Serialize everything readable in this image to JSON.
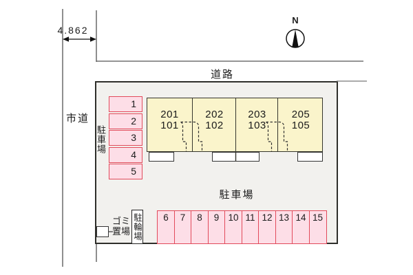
{
  "labels": {
    "road_top": "道路",
    "road_left": "市道",
    "parking_side": "駐車場",
    "parking_main": "駐車場",
    "garbage": "ゴミ\n置場",
    "bicycle": "駐輪場",
    "north": "N",
    "dimension": "4.862"
  },
  "building": {
    "units": [
      {
        "upper": "201",
        "lower": "101"
      },
      {
        "upper": "202",
        "lower": "102"
      },
      {
        "upper": "203",
        "lower": "103"
      },
      {
        "upper": "205",
        "lower": "105"
      }
    ]
  },
  "parking": {
    "side_spaces": [
      "1",
      "2",
      "3",
      "4",
      "5"
    ],
    "main_spaces": [
      "6",
      "7",
      "8",
      "9",
      "10",
      "11",
      "12",
      "13",
      "14",
      "15"
    ]
  },
  "colors": {
    "site_fill": "#F2F1EE",
    "site_border": "#2E2E2A",
    "building_fill": "#FAF4CB",
    "building_border": "#35352D",
    "stall_fill": "#FDDEE7",
    "stall_border": "#E2495A",
    "line": "#3A3A3A"
  }
}
